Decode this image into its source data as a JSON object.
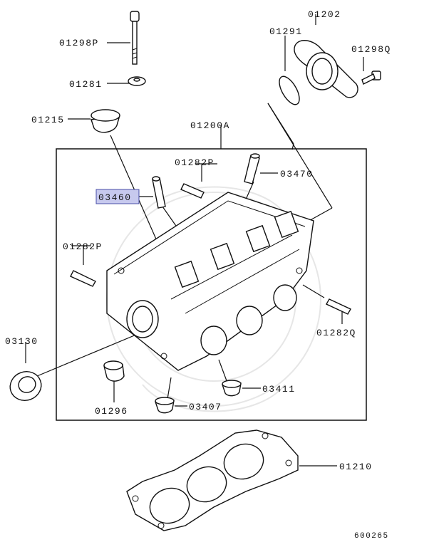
{
  "callouts": {
    "c01298P": "01298P",
    "c01281": "01281",
    "c01215": "01215",
    "c01200A": "01200A",
    "c01282P_top": "01282P",
    "c03470": "03470",
    "c03460": "03460",
    "c01282P_left": "01282P",
    "c01202": "01202",
    "c01291": "01291",
    "c01298Q": "01298Q",
    "c01282Q": "01282Q",
    "c03130": "03130",
    "c03411": "03411",
    "c01296": "01296",
    "c03407": "03407",
    "c01210": "01210"
  },
  "highlighted_part": "03460",
  "highlight_color": "#c7c9ee",
  "diagram_number": "600265"
}
